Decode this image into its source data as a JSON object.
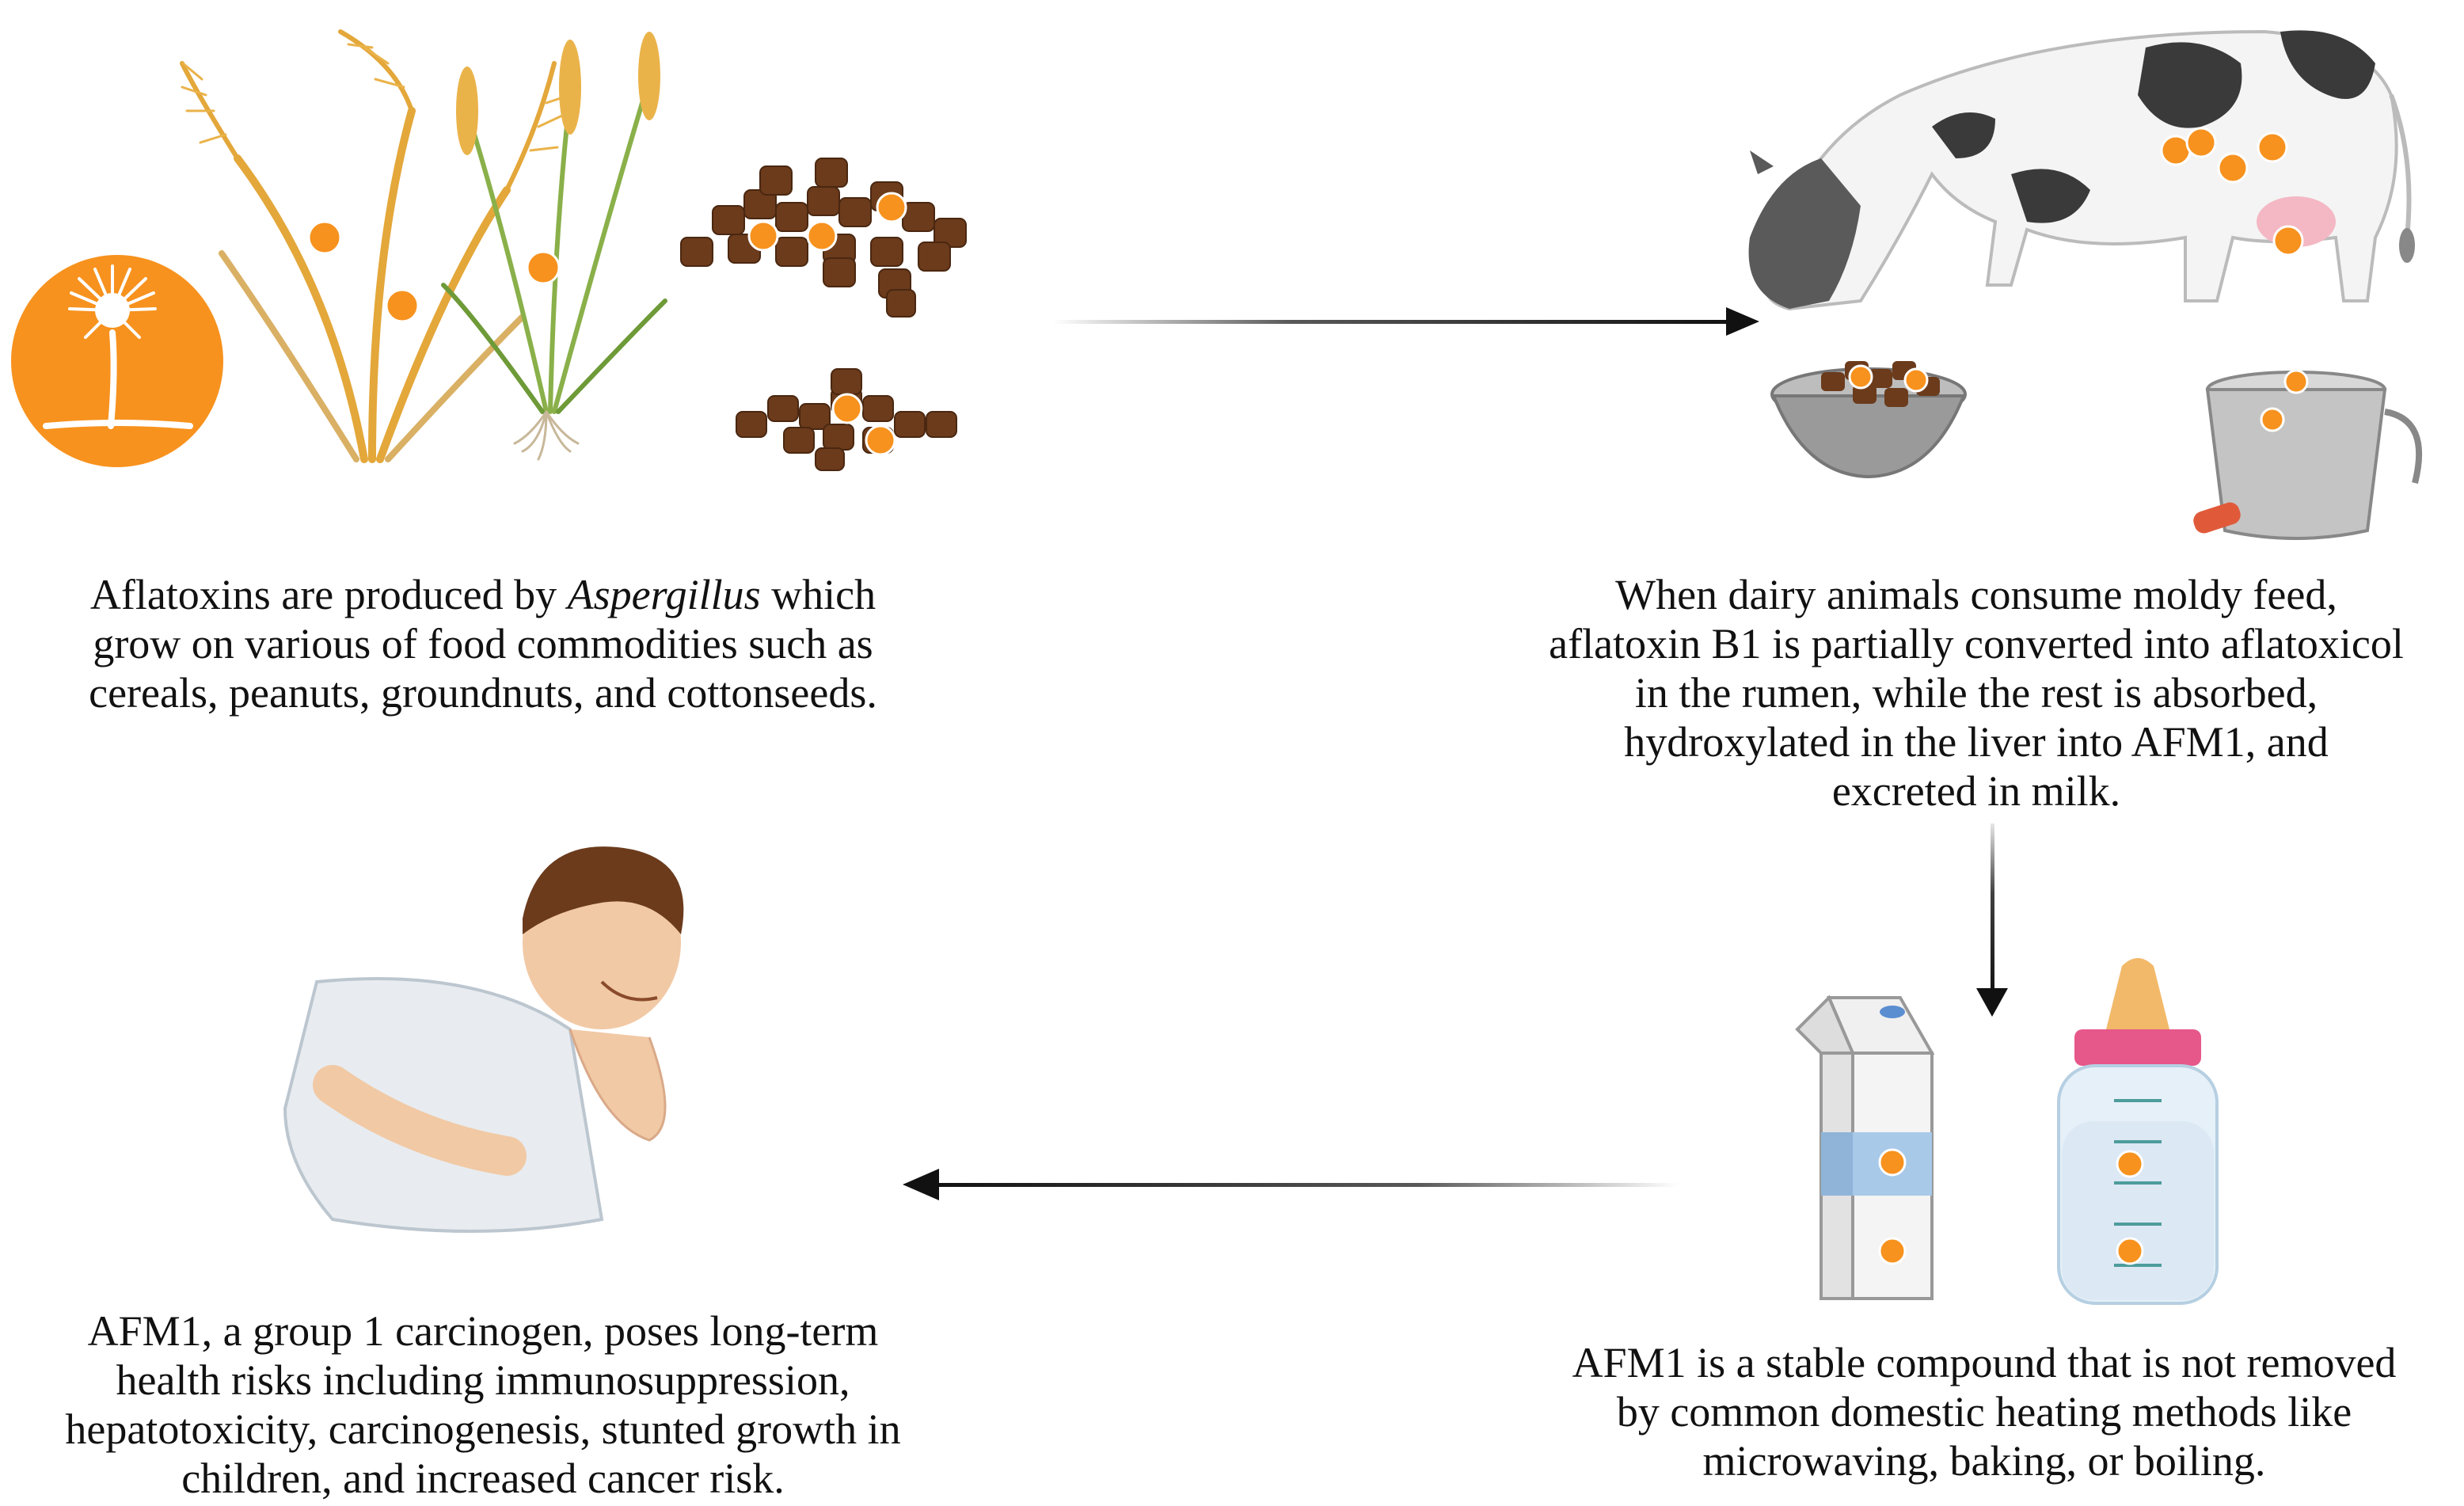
{
  "panel1": {
    "caption_lines": [
      {
        "pre": "Aflatoxins are produced by ",
        "italic": "Aspergillus",
        "post": " which"
      },
      {
        "pre": "grow on various of food commodities such as",
        "italic": "",
        "post": ""
      },
      {
        "pre": "cereals, peanuts, groundnuts, and cottonseeds.",
        "italic": "",
        "post": ""
      }
    ]
  },
  "panel2": {
    "caption_lines": [
      "When dairy animals consume moldy feed,",
      "aflatoxin B1 is partially converted into aflatoxicol",
      "in the rumen, while the rest is absorbed,",
      "hydroxylated in the liver into AFM1, and",
      "excreted in milk."
    ]
  },
  "panel3": {
    "caption_lines": [
      "AFM1 is a stable compound that is not removed",
      "by common domestic heating methods like",
      "microwaving, baking, or boiling."
    ]
  },
  "panel4": {
    "caption_lines": [
      "AFM1, a group 1 carcinogen, poses long-term",
      "health risks including immunosuppression,",
      "hepatotoxicity, carcinogenesis, stunted growth in",
      "children, and increased cancer risk."
    ]
  },
  "colors": {
    "mold_orange": "#f7921e",
    "arrow": "#111111",
    "grain": "#e3a73a",
    "feed_brown": "#6b3b1c",
    "milk_blue": "#a8c9e8",
    "bottle_pink": "#e6578a",
    "nipple": "#f2b96a"
  },
  "icons": [
    "aspergillus-mold-icon",
    "rice-plant-icon",
    "wheat-plant-icon",
    "feed-pellets-icon",
    "cow-icon",
    "feed-bowl-icon",
    "milk-bucket-icon",
    "milk-carton-icon",
    "baby-bottle-icon",
    "sick-person-icon",
    "toxin-marker-icon"
  ]
}
